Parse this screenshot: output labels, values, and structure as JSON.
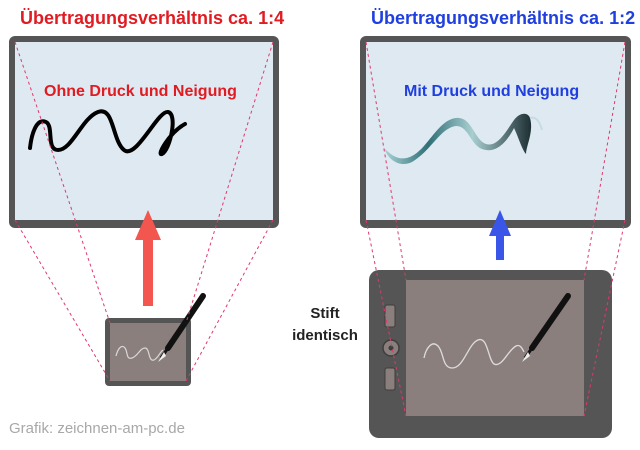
{
  "left": {
    "title": "Übertragungsverhältnis ca. 1:4",
    "screen_caption": "Ohne Druck und Neigung"
  },
  "right": {
    "title": "Übertragungsverhältnis ca. 1:2",
    "screen_caption": "Mit Druck und Neigung"
  },
  "pen_note": {
    "line1": "Stift",
    "line2": "identisch"
  },
  "credit": "Grafik: zeichnen-am-pc.de",
  "colors": {
    "red": "#e11b22",
    "blue": "#1f3fe0",
    "screen_fill": "#dfe9f1",
    "device_frame": "#555555",
    "tablet_surface": "#8a7f7d",
    "dashed_lines": "#e0386c"
  }
}
